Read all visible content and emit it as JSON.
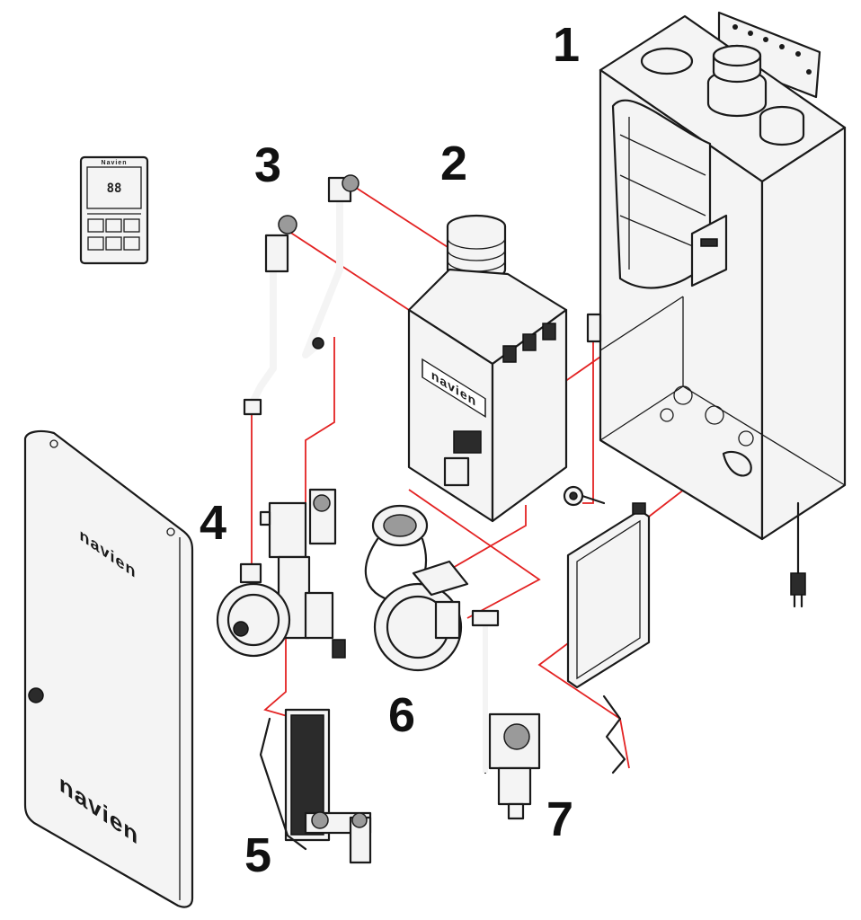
{
  "callouts": [
    "1",
    "2",
    "3",
    "4",
    "5",
    "6",
    "7"
  ],
  "brand": {
    "front_top": "navien",
    "front_bottom": "navien",
    "heat_exchanger": "navien"
  },
  "controller": {
    "brand": "Navien",
    "display_digits": "88"
  },
  "colors": {
    "line": "#1a1a1a",
    "connection": "#e32222",
    "background": "#ffffff"
  }
}
